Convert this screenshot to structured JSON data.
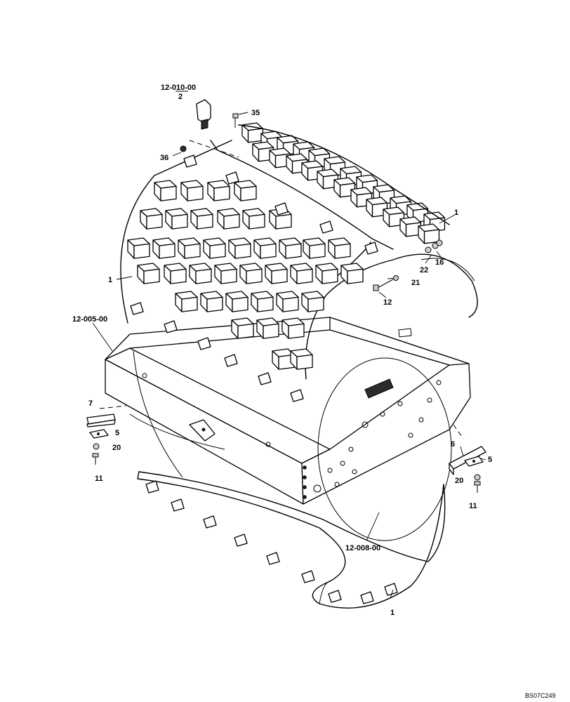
{
  "labels": {
    "ref_12_010_00": "12-010-00",
    "item_2": "2",
    "item_35": "35",
    "item_36": "36",
    "item_1_top_right": "1",
    "item_22": "22",
    "item_16": "16",
    "item_1_left": "1",
    "item_21": "21",
    "item_12": "12",
    "ref_12_005_00": "12-005-00",
    "item_7": "7",
    "item_5_left": "5",
    "item_20_left": "20",
    "item_11_left": "11",
    "item_6": "6",
    "item_5_right": "5",
    "item_20_right": "20",
    "item_11_right": "11",
    "ref_12_008_00": "12-008-00",
    "item_1_bottom": "1"
  },
  "drawing_code": "BS07C249"
}
